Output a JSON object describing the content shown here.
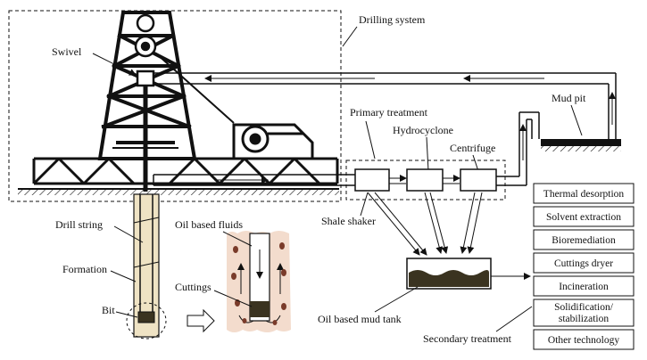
{
  "labels": {
    "drilling_system": "Drilling system",
    "swivel": "Swivel",
    "mud_pit": "Mud pit",
    "primary_treatment": "Primary treatment",
    "hydrocyclone": "Hydrocyclone",
    "centrifuge": "Centrifuge",
    "shale_shaker": "Shale shaker",
    "drill_string": "Drill string",
    "formation": "Formation",
    "bit": "Bit",
    "oil_based_fluids": "Oil based fluids",
    "cuttings": "Cuttings",
    "oil_based_mud_tank": "Oil based mud tank",
    "secondary_treatment": "Secondary treatment"
  },
  "secondary_methods": [
    "Thermal desorption",
    "Solvent extraction",
    "Bioremediation",
    "Cuttings dryer",
    "Incineration",
    "Solidification/",
    "stabilization",
    "Other technology"
  ],
  "colors": {
    "line": "#111111",
    "formation": "#f3dccd",
    "formation_dots": "#7a3b2a",
    "borehole": "#efe3c4",
    "mud": "#3a3320"
  }
}
